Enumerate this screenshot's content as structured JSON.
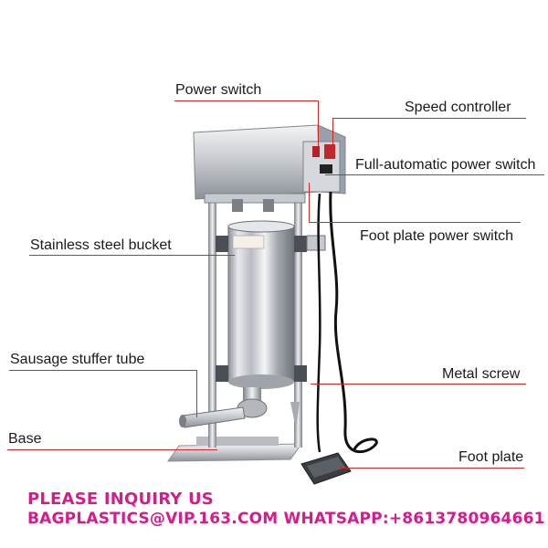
{
  "labels": {
    "power_switch": "Power switch",
    "speed_controller": "Speed controller",
    "full_auto_switch": "Full-automatic power switch",
    "stainless_bucket": "Stainless steel bucket",
    "foot_plate_switch": "Foot plate power switch",
    "stuffer_tube": "Sausage stuffer tube",
    "metal_screw": "Metal screw",
    "base": "Base",
    "foot_plate": "Foot plate"
  },
  "footer": {
    "line1": "PLEASE INQUIRY US",
    "line2": "BAGPLASTICS@VIP.163.COM WHATSAPP:+8613780964661"
  },
  "colors": {
    "callout_line": "#d22a2a",
    "footer_text": "#d61b8c",
    "steel": "#c9ccd1"
  }
}
